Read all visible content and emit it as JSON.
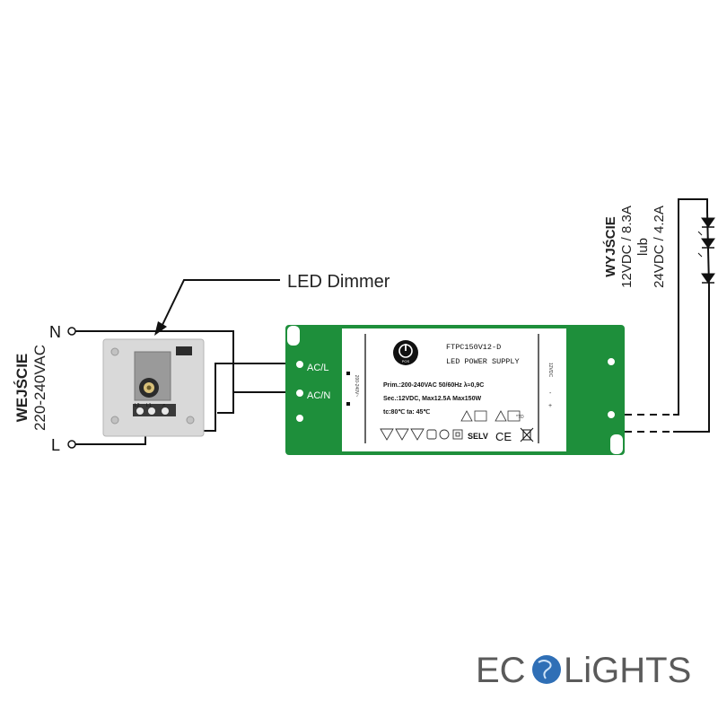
{
  "input": {
    "title": "WEJŚCIE",
    "voltage": "220-240VAC",
    "neutral_label": "N",
    "live_label": "L"
  },
  "dimmer": {
    "callout_label": "LED Dimmer",
    "terminal_labels": [
      "L2",
      "L1",
      "↗"
    ]
  },
  "psu": {
    "model": "FTPC150V12-D",
    "product_name": "LED POWER SUPPLY",
    "primary": "Prim.:200-240VAC 50/60Hz λ≈0,9C",
    "secondary": "Sec.:12VDC, Max12.5A Max150W",
    "temps": "tc:80℃   ta: 45℃",
    "terminal_acl": "AC/L",
    "terminal_acn": "AC/N",
    "side_label_left": "200-240V~",
    "side_label_right": "12VDC",
    "logo_text": "POS",
    "selv": "SELV",
    "ce": "CE",
    "tb_mark": "*TD"
  },
  "output": {
    "title": "WYJŚCIE",
    "line1": "12VDC / 8.3A",
    "line2": "lub",
    "line3": "24VDC / 4.2A"
  },
  "brand": {
    "part1": "EC",
    "part2": "LiGHTS"
  },
  "colors": {
    "psu_green": "#1e8f3b",
    "wire": "#111111",
    "dimmer_gray": "#d9d9d9",
    "brand_gray": "#5a5a5a",
    "globe_blue": "#2f6fb6"
  }
}
